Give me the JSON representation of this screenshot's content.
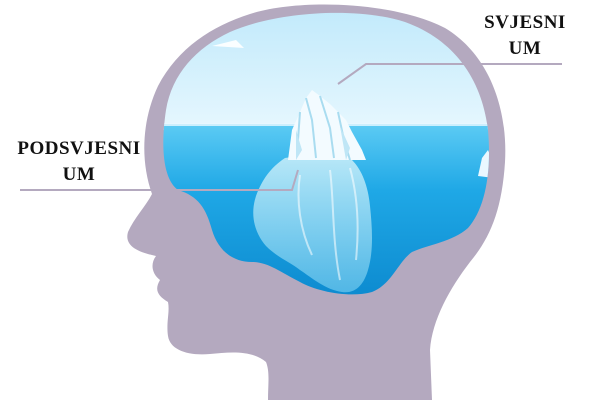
{
  "labels": {
    "conscious": {
      "line1": "SVJESNI",
      "line2": "UM"
    },
    "subconscious": {
      "line1": "PODSVJESNI",
      "line2": "UM"
    }
  },
  "colors": {
    "head": "#b4a9bf",
    "sky": "#c5ecfb",
    "sea_surface": "#4fc4f2",
    "sea_deep": "#0b93d6",
    "ice": "#f3fbff",
    "ice_shade": "#9fd8ef",
    "leader_line": "#b4a9bf",
    "text": "#111111"
  },
  "icons": [
    "head-silhouette",
    "iceberg-icon"
  ]
}
